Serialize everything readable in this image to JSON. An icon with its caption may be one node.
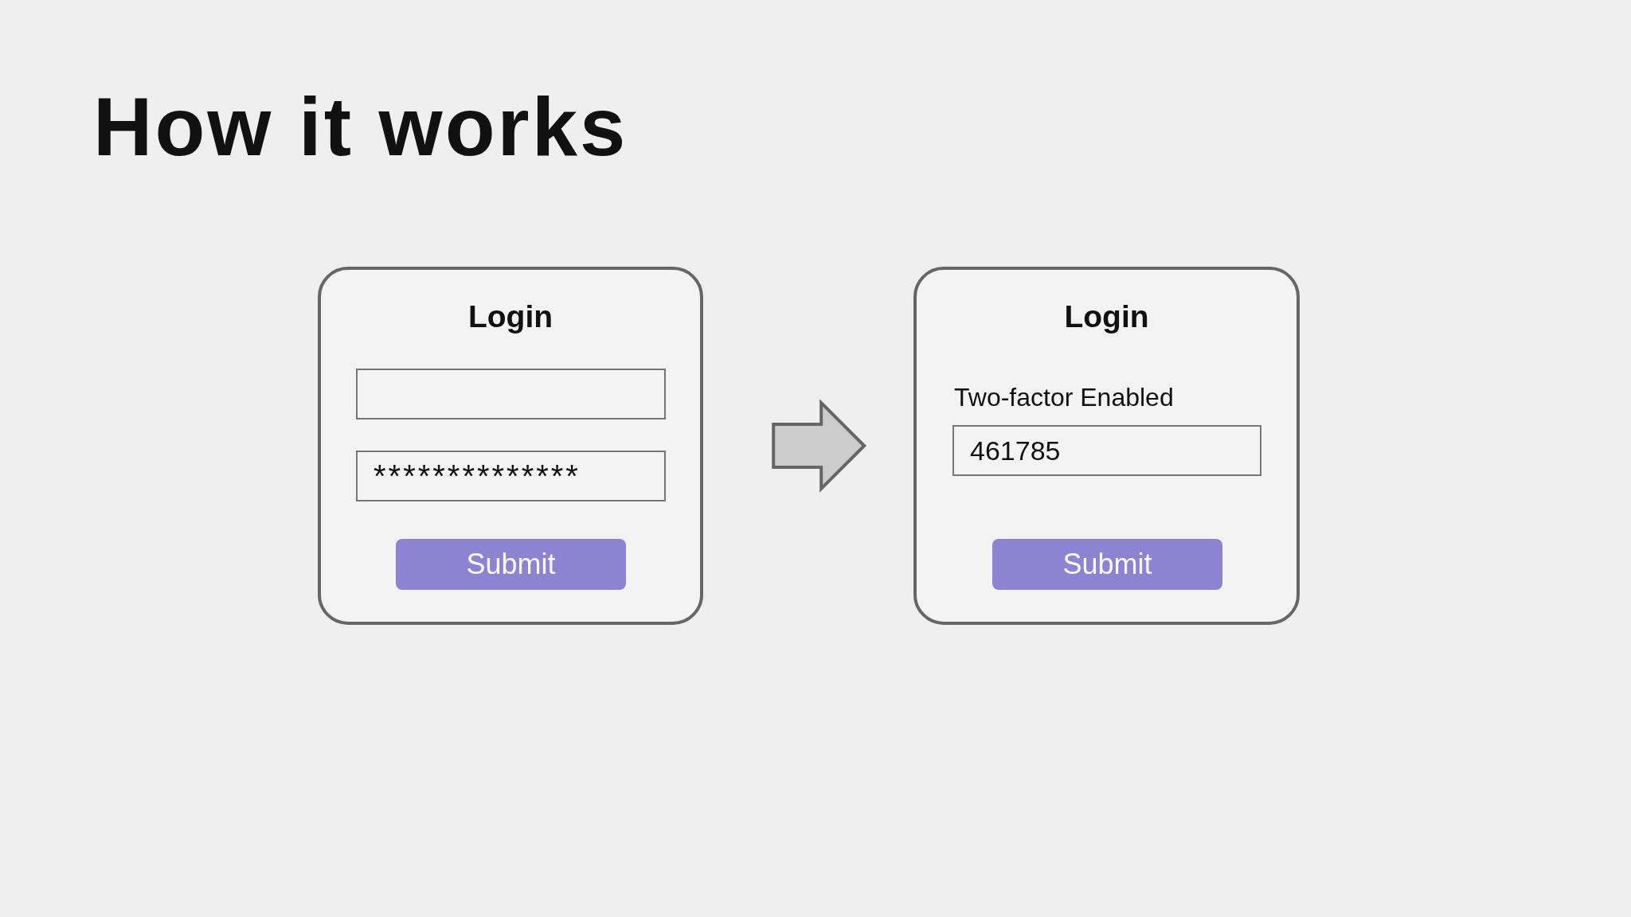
{
  "diagram": {
    "title": "How it works",
    "nodes": [
      {
        "text": [
          "Login"
        ]
      },
      {
        "text": [],
        "shape": "box",
        "in": 0
      },
      {
        "text": [
          "**************"
        ],
        "in": 0
      },
      {
        "text": [
          "Submit"
        ],
        "in": 0
      },
      {
        "text": [
          "Login"
        ]
      },
      {
        "text": [
          "461785"
        ],
        "beside": [
          "Two-factor Enabled"
        ],
        "in": 4
      },
      {
        "text": [
          "Submit"
        ],
        "in": 4
      }
    ],
    "edges": [
      {
        "from": 0,
        "to": 4,
        "arrow": "to"
      }
    ]
  }
}
